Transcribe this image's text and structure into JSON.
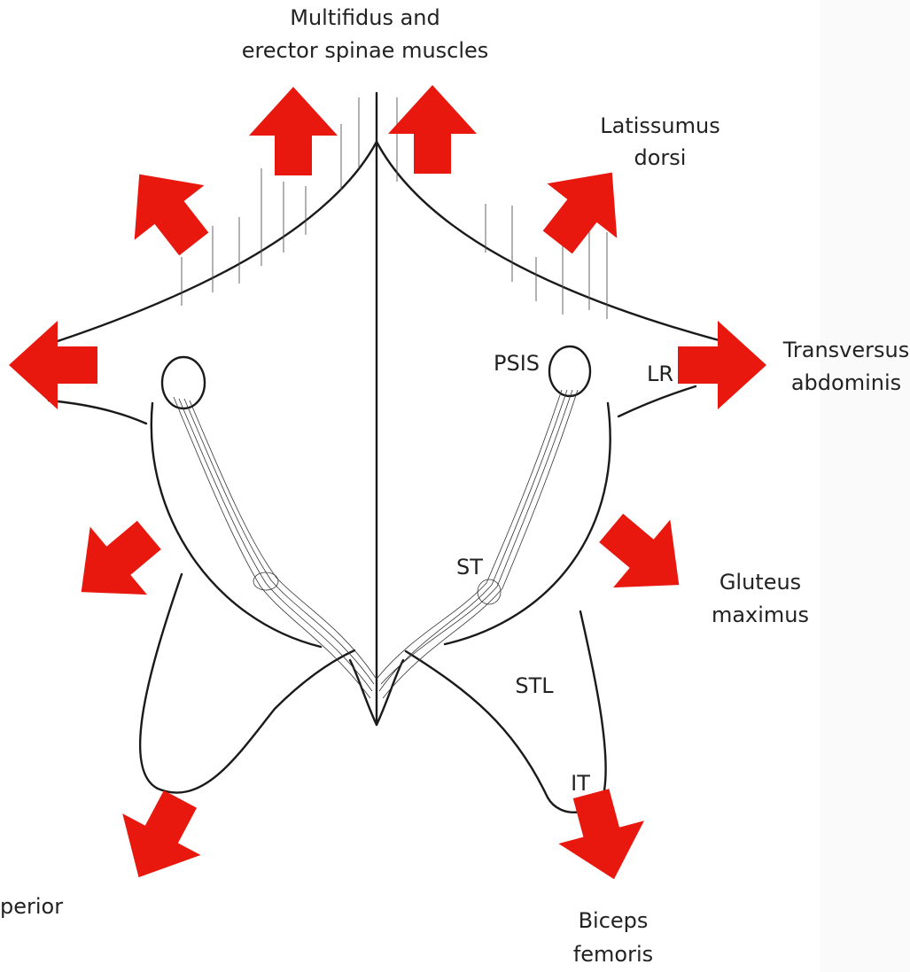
{
  "colors": {
    "arrow": "#e8180f",
    "ink": "#1a1a1a",
    "background": "#ffffff",
    "text": "#222222"
  },
  "labels": {
    "multifidus_line1": "Multifidus and",
    "multifidus_line2": "erector spinae muscles",
    "latissimus_line1": "Latissumus",
    "latissimus_line2": "dorsi",
    "transversus_line1": "Transversus",
    "transversus_line2": "abdominis",
    "gluteus_line1": "Gluteus",
    "gluteus_line2": "maximus",
    "biceps_line1": "Biceps",
    "biceps_line2": "femoris",
    "psis": "PSIS",
    "lr": "LR",
    "st": "ST",
    "stl": "STL",
    "it": "IT",
    "superior_partial": "perior"
  }
}
